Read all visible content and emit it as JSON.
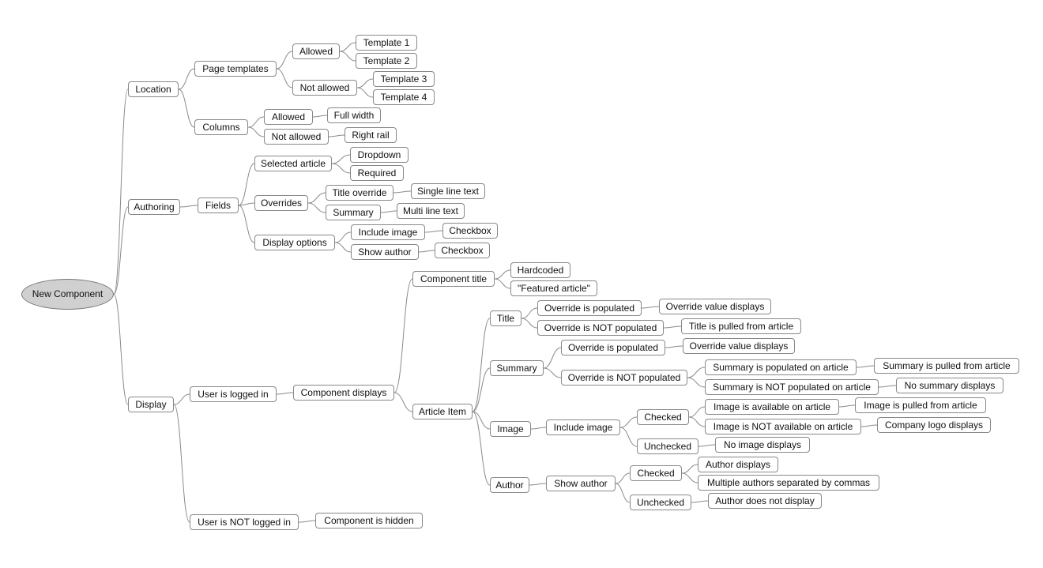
{
  "root": {
    "label": "New Component"
  },
  "nodes": [
    {
      "id": "location",
      "label": "Location",
      "parent": "root"
    },
    {
      "id": "page_templates",
      "label": "Page templates",
      "parent": "location"
    },
    {
      "id": "pt_allowed",
      "label": "Allowed",
      "parent": "page_templates"
    },
    {
      "id": "template_1",
      "label": "Template 1",
      "parent": "pt_allowed"
    },
    {
      "id": "template_2",
      "label": "Template 2",
      "parent": "pt_allowed"
    },
    {
      "id": "pt_not_allowed",
      "label": "Not allowed",
      "parent": "page_templates"
    },
    {
      "id": "template_3",
      "label": "Template 3",
      "parent": "pt_not_allowed"
    },
    {
      "id": "template_4",
      "label": "Template 4",
      "parent": "pt_not_allowed"
    },
    {
      "id": "columns",
      "label": "Columns",
      "parent": "location"
    },
    {
      "id": "col_allowed",
      "label": "Allowed",
      "parent": "columns"
    },
    {
      "id": "full_width",
      "label": "Full width",
      "parent": "col_allowed"
    },
    {
      "id": "col_not_allowed",
      "label": "Not allowed",
      "parent": "columns"
    },
    {
      "id": "right_rail",
      "label": "Right rail",
      "parent": "col_not_allowed"
    },
    {
      "id": "authoring",
      "label": "Authoring",
      "parent": "root"
    },
    {
      "id": "fields",
      "label": "Fields",
      "parent": "authoring"
    },
    {
      "id": "selected_article",
      "label": "Selected article",
      "parent": "fields"
    },
    {
      "id": "dropdown",
      "label": "Dropdown",
      "parent": "selected_article"
    },
    {
      "id": "required",
      "label": "Required",
      "parent": "selected_article"
    },
    {
      "id": "overrides",
      "label": "Overrides",
      "parent": "fields"
    },
    {
      "id": "title_override",
      "label": "Title override",
      "parent": "overrides"
    },
    {
      "id": "single_line_text",
      "label": "Single line text",
      "parent": "title_override"
    },
    {
      "id": "summary_field",
      "label": "Summary",
      "parent": "overrides"
    },
    {
      "id": "multi_line_text",
      "label": "Multi line text",
      "parent": "summary_field"
    },
    {
      "id": "display_options",
      "label": "Display options",
      "parent": "fields"
    },
    {
      "id": "include_image_opt",
      "label": "Include image",
      "parent": "display_options"
    },
    {
      "id": "checkbox_1",
      "label": "Checkbox",
      "parent": "include_image_opt"
    },
    {
      "id": "show_author_opt",
      "label": "Show author",
      "parent": "display_options"
    },
    {
      "id": "checkbox_2",
      "label": "Checkbox",
      "parent": "show_author_opt"
    },
    {
      "id": "display",
      "label": "Display",
      "parent": "root"
    },
    {
      "id": "logged_in",
      "label": "User is logged in",
      "parent": "display"
    },
    {
      "id": "component_displays",
      "label": "Component displays",
      "parent": "logged_in"
    },
    {
      "id": "component_title",
      "label": "Component title",
      "parent": "component_displays"
    },
    {
      "id": "hardcoded",
      "label": "Hardcoded",
      "parent": "component_title"
    },
    {
      "id": "featured_article",
      "label": "\"Featured article\"",
      "parent": "component_title"
    },
    {
      "id": "article_item",
      "label": "Article Item",
      "parent": "component_displays"
    },
    {
      "id": "ai_title",
      "label": "Title",
      "parent": "article_item"
    },
    {
      "id": "title_override_pop",
      "label": "Override is populated",
      "parent": "ai_title"
    },
    {
      "id": "title_override_value",
      "label": "Override value displays",
      "parent": "title_override_pop"
    },
    {
      "id": "title_override_not_pop",
      "label": "Override is NOT populated",
      "parent": "ai_title"
    },
    {
      "id": "title_from_article",
      "label": "Title is pulled from article",
      "parent": "title_override_not_pop"
    },
    {
      "id": "ai_summary",
      "label": "Summary",
      "parent": "article_item"
    },
    {
      "id": "summary_override_pop",
      "label": "Override is populated",
      "parent": "ai_summary"
    },
    {
      "id": "summary_override_value",
      "label": "Override value displays",
      "parent": "summary_override_pop"
    },
    {
      "id": "summary_override_not_pop",
      "label": "Override is NOT populated",
      "parent": "ai_summary"
    },
    {
      "id": "summary_pop_on_article",
      "label": "Summary is populated on article",
      "parent": "summary_override_not_pop"
    },
    {
      "id": "summary_pulled",
      "label": "Summary is pulled from article",
      "parent": "summary_pop_on_article"
    },
    {
      "id": "summary_not_pop_on_article",
      "label": "Summary is NOT populated on article",
      "parent": "summary_override_not_pop"
    },
    {
      "id": "no_summary",
      "label": "No summary displays",
      "parent": "summary_not_pop_on_article"
    },
    {
      "id": "ai_image",
      "label": "Image",
      "parent": "article_item"
    },
    {
      "id": "include_image",
      "label": "Include image",
      "parent": "ai_image"
    },
    {
      "id": "img_checked",
      "label": "Checked",
      "parent": "include_image"
    },
    {
      "id": "image_available",
      "label": "Image is available on article",
      "parent": "img_checked"
    },
    {
      "id": "image_pulled",
      "label": "Image is pulled from article",
      "parent": "image_available"
    },
    {
      "id": "image_not_available",
      "label": "Image is NOT available on article",
      "parent": "img_checked"
    },
    {
      "id": "company_logo",
      "label": "Company logo displays",
      "parent": "image_not_available"
    },
    {
      "id": "img_unchecked",
      "label": "Unchecked",
      "parent": "include_image"
    },
    {
      "id": "no_image",
      "label": "No image displays",
      "parent": "img_unchecked"
    },
    {
      "id": "ai_author",
      "label": "Author",
      "parent": "article_item"
    },
    {
      "id": "show_author",
      "label": "Show author",
      "parent": "ai_author"
    },
    {
      "id": "auth_checked",
      "label": "Checked",
      "parent": "show_author"
    },
    {
      "id": "author_displays",
      "label": "Author displays",
      "parent": "auth_checked"
    },
    {
      "id": "multiple_authors",
      "label": "Multiple authors separated by commas",
      "parent": "auth_checked"
    },
    {
      "id": "auth_unchecked",
      "label": "Unchecked",
      "parent": "show_author"
    },
    {
      "id": "author_not_display",
      "label": "Author does not display",
      "parent": "auth_unchecked"
    },
    {
      "id": "not_logged_in",
      "label": "User is NOT logged in",
      "parent": "display"
    },
    {
      "id": "component_hidden",
      "label": "Component is hidden",
      "parent": "not_logged_in"
    }
  ]
}
